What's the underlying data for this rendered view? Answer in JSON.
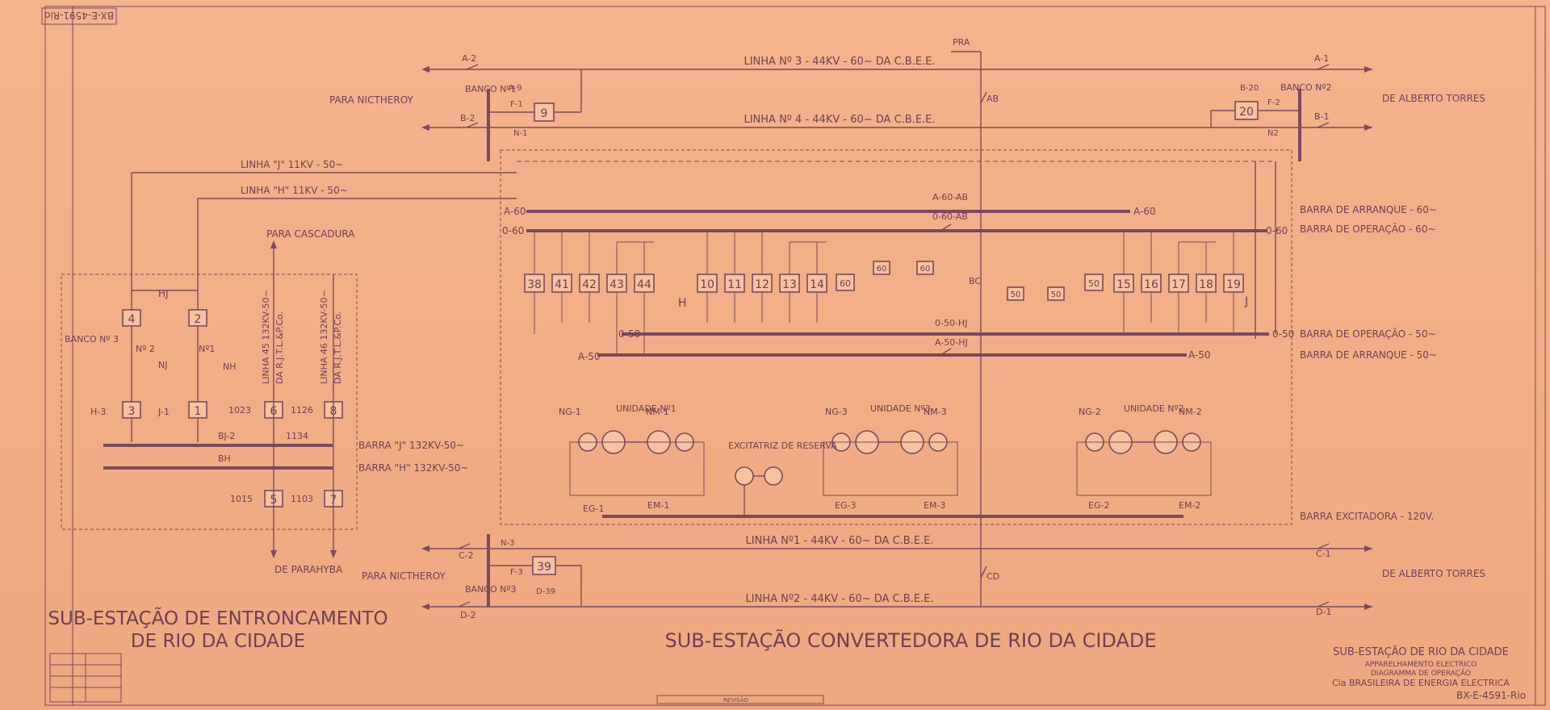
{
  "drawing_ref": "BX-E-4591-Rio",
  "drawing_ref_bottom": "BX-E-4591-Rio",
  "lines": {
    "linha3": "LINHA Nº 3 - 44KV - 60~ DA C.B.E.E.",
    "linha4": "LINHA Nº 4 - 44KV - 60~ DA C.B.E.E.",
    "linha1": "LINHA Nº1 - 44KV - 60~ DA C.B.E.E.",
    "linha2": "LINHA Nº2 - 44KV - 60~ DA C.B.E.E.",
    "linhaJ": "LINHA \"J\" 11KV - 50~",
    "linhaH": "LINHA \"H\" 11KV - 50~",
    "linha45a": "LINHA 45 132KV-50~",
    "linha45b": "DA R.J.T.L.&P.Co.",
    "linha46a": "LINHA 46 132KV-50~",
    "linha46b": "DA R.J.T.L.&P.Co."
  },
  "places": {
    "para_nictheroy_top": "PARA NICTHEROY",
    "para_nictheroy_bottom": "PARA NICTHEROY",
    "de_alberto_top": "DE ALBERTO TORRES",
    "de_alberto_bottom": "DE ALBERTO TORRES",
    "para_cascadura": "PARA CASCADURA",
    "de_parahyba": "DE PARAHYBA"
  },
  "busbars": {
    "arranque60": "BARRA DE ARRANQUE - 60~",
    "operacao60": "BARRA DE OPERAÇÃO - 60~",
    "operacao50": "BARRA DE OPERAÇÃO - 50~",
    "arranque50": "BARRA DE ARRANQUE - 50~",
    "excitadora": "BARRA EXCITADORA - 120V.",
    "barraJ": "BARRA \"J\" 132KV-50~",
    "barraH": "BARRA \"H\" 132KV-50~",
    "a60": "A-60",
    "o60": "0-60",
    "o50": "0-50",
    "a50": "A-50",
    "a60_right": "A-60",
    "o60_right": "0-60",
    "o50_right": "0-50",
    "a50_right": "A-50",
    "a60ab": "A-60-AB",
    "o60ab": "0-60-AB",
    "o50hj": "0-50-HJ",
    "a50hj": "A-50-HJ"
  },
  "labels": {
    "banco1": "BANCO Nº1",
    "banco2": "BANCO Nº2",
    "banco3": "BANCO Nº3",
    "banco_left": "BANCO Nº 3",
    "pra": "PRA",
    "ab": "AB",
    "cd": "CD",
    "a2": "A-2",
    "b2": "B-2",
    "a1": "A-1",
    "b1": "B-1",
    "c2": "C-2",
    "d2": "D-2",
    "c1": "C-1",
    "d1": "D-1",
    "a9": "A-9",
    "f1": "F-1",
    "n1": "N-1",
    "b20": "B-20",
    "f2": "F-2",
    "n2": "N2",
    "n3": "N-3",
    "f3": "F-3",
    "d39": "D-39",
    "hj": "HJ",
    "nj": "NJ",
    "nh": "NH",
    "bj2": "BJ-2",
    "bh": "BH",
    "h3": "H-3",
    "j1": "J-1",
    "no2": "Nº 2",
    "no1": "Nº1",
    "s1023": "1023",
    "s1126": "1126",
    "s1134": "1134",
    "s1015": "1015",
    "s1103": "1103",
    "h_sw": "H",
    "j_sw": "J",
    "bc": "BC"
  },
  "boxes": {
    "b9": "9",
    "b20": "20",
    "b39": "39",
    "b4": "4",
    "b2": "2",
    "b3": "3",
    "b1": "1",
    "b6": "6",
    "b8": "8",
    "b5": "5",
    "b7": "7",
    "row1": [
      "38",
      "41",
      "42",
      "43",
      "44",
      "10",
      "11",
      "12",
      "13",
      "14"
    ],
    "row2": [
      "15",
      "16",
      "17",
      "18",
      "19"
    ],
    "b60a": "60",
    "b60b": "60",
    "b60c": "60",
    "b50a": "50",
    "b50b": "50",
    "b50c": "50"
  },
  "units": {
    "u1": "UNIDADE Nº1",
    "u3": "UNIDADE Nº3",
    "u2": "UNIDADE Nº2",
    "ng1": "NG-1",
    "nm1": "NM-1",
    "ng3": "NG-3",
    "nm3": "NM-3",
    "ng2": "NG-2",
    "nm2": "NM-2",
    "eg1": "EG-1",
    "em1": "EM-1",
    "eg3": "EG-3",
    "em3": "EM-3",
    "eg2": "EG-2",
    "em2": "EM-2",
    "excitatriz": "EXCITATRIZ DE RESERVA"
  },
  "titles": {
    "entroncamento1": "SUB-ESTAÇÃO DE ENTRONCAMENTO",
    "entroncamento2": "DE RIO DA CIDADE",
    "convertedora": "SUB-ESTAÇÃO CONVERTEDORA DE RIO DA CIDADE",
    "tb1": "SUB-ESTAÇÃO DE RIO DA CIDADE",
    "tb2": "APPARELHAMENTO ELECTRICO",
    "tb3": "DIAGRAMMA DE OPERAÇÃO",
    "tb4": "Cia BRASILEIRA DE ENERGIA ELECTRICA",
    "revisao": "REVISÃO"
  }
}
